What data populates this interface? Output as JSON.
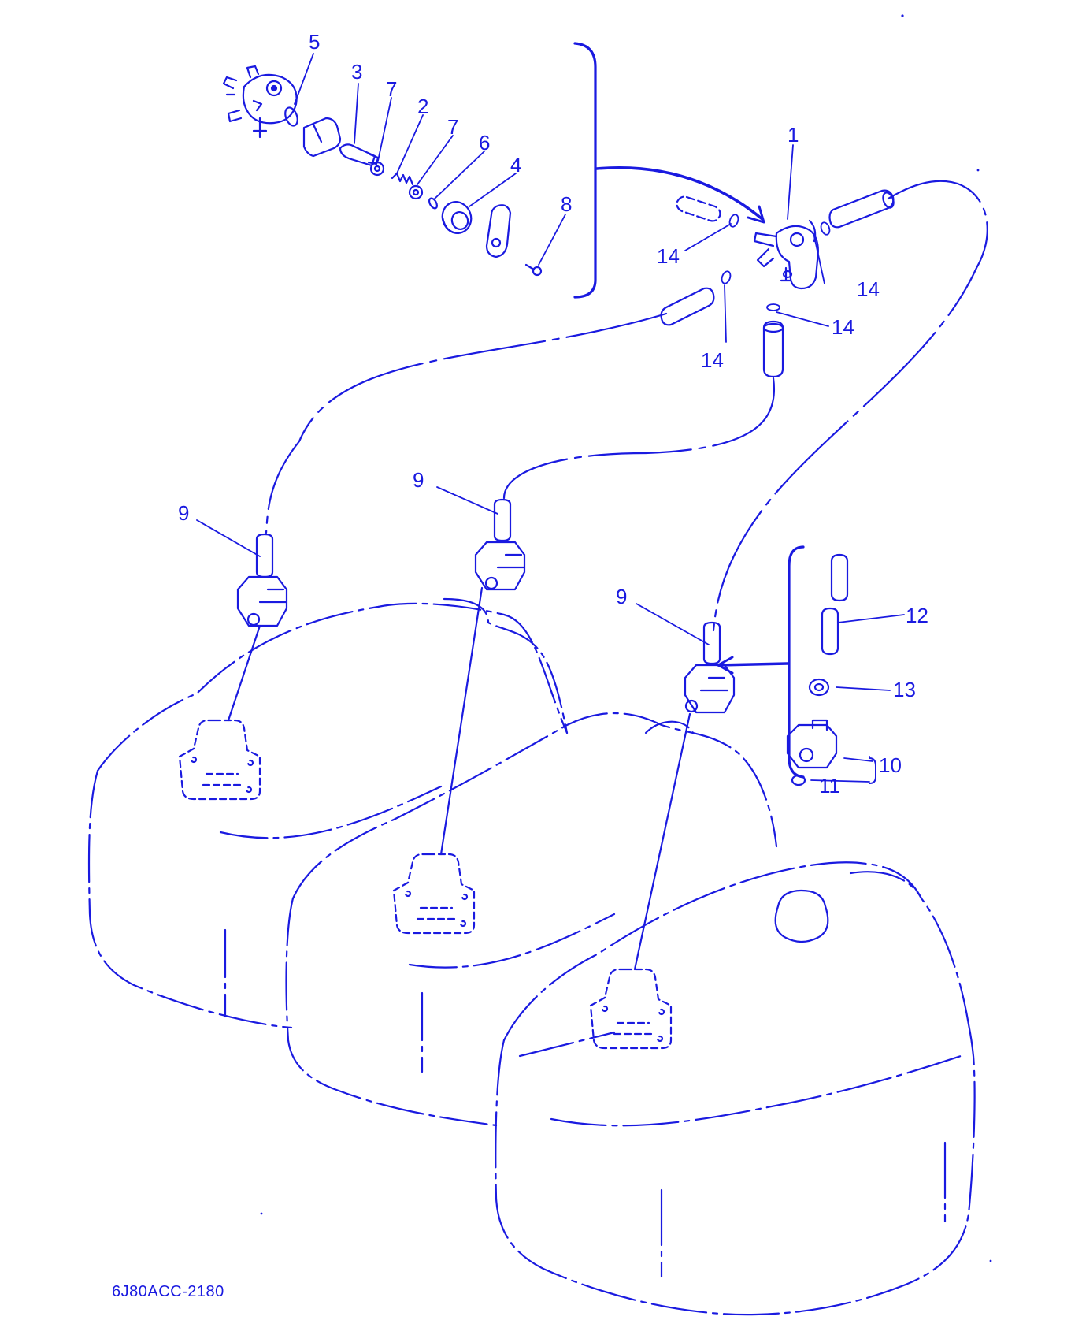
{
  "diagram": {
    "ink_color": "#1a1ae0",
    "background": "#ffffff",
    "callouts": [
      "1",
      "2",
      "3",
      "4",
      "5",
      "6",
      "7",
      "8",
      "9",
      "10",
      "11",
      "12",
      "13",
      "14"
    ],
    "drawing_code": "6J80ACC-2180"
  }
}
